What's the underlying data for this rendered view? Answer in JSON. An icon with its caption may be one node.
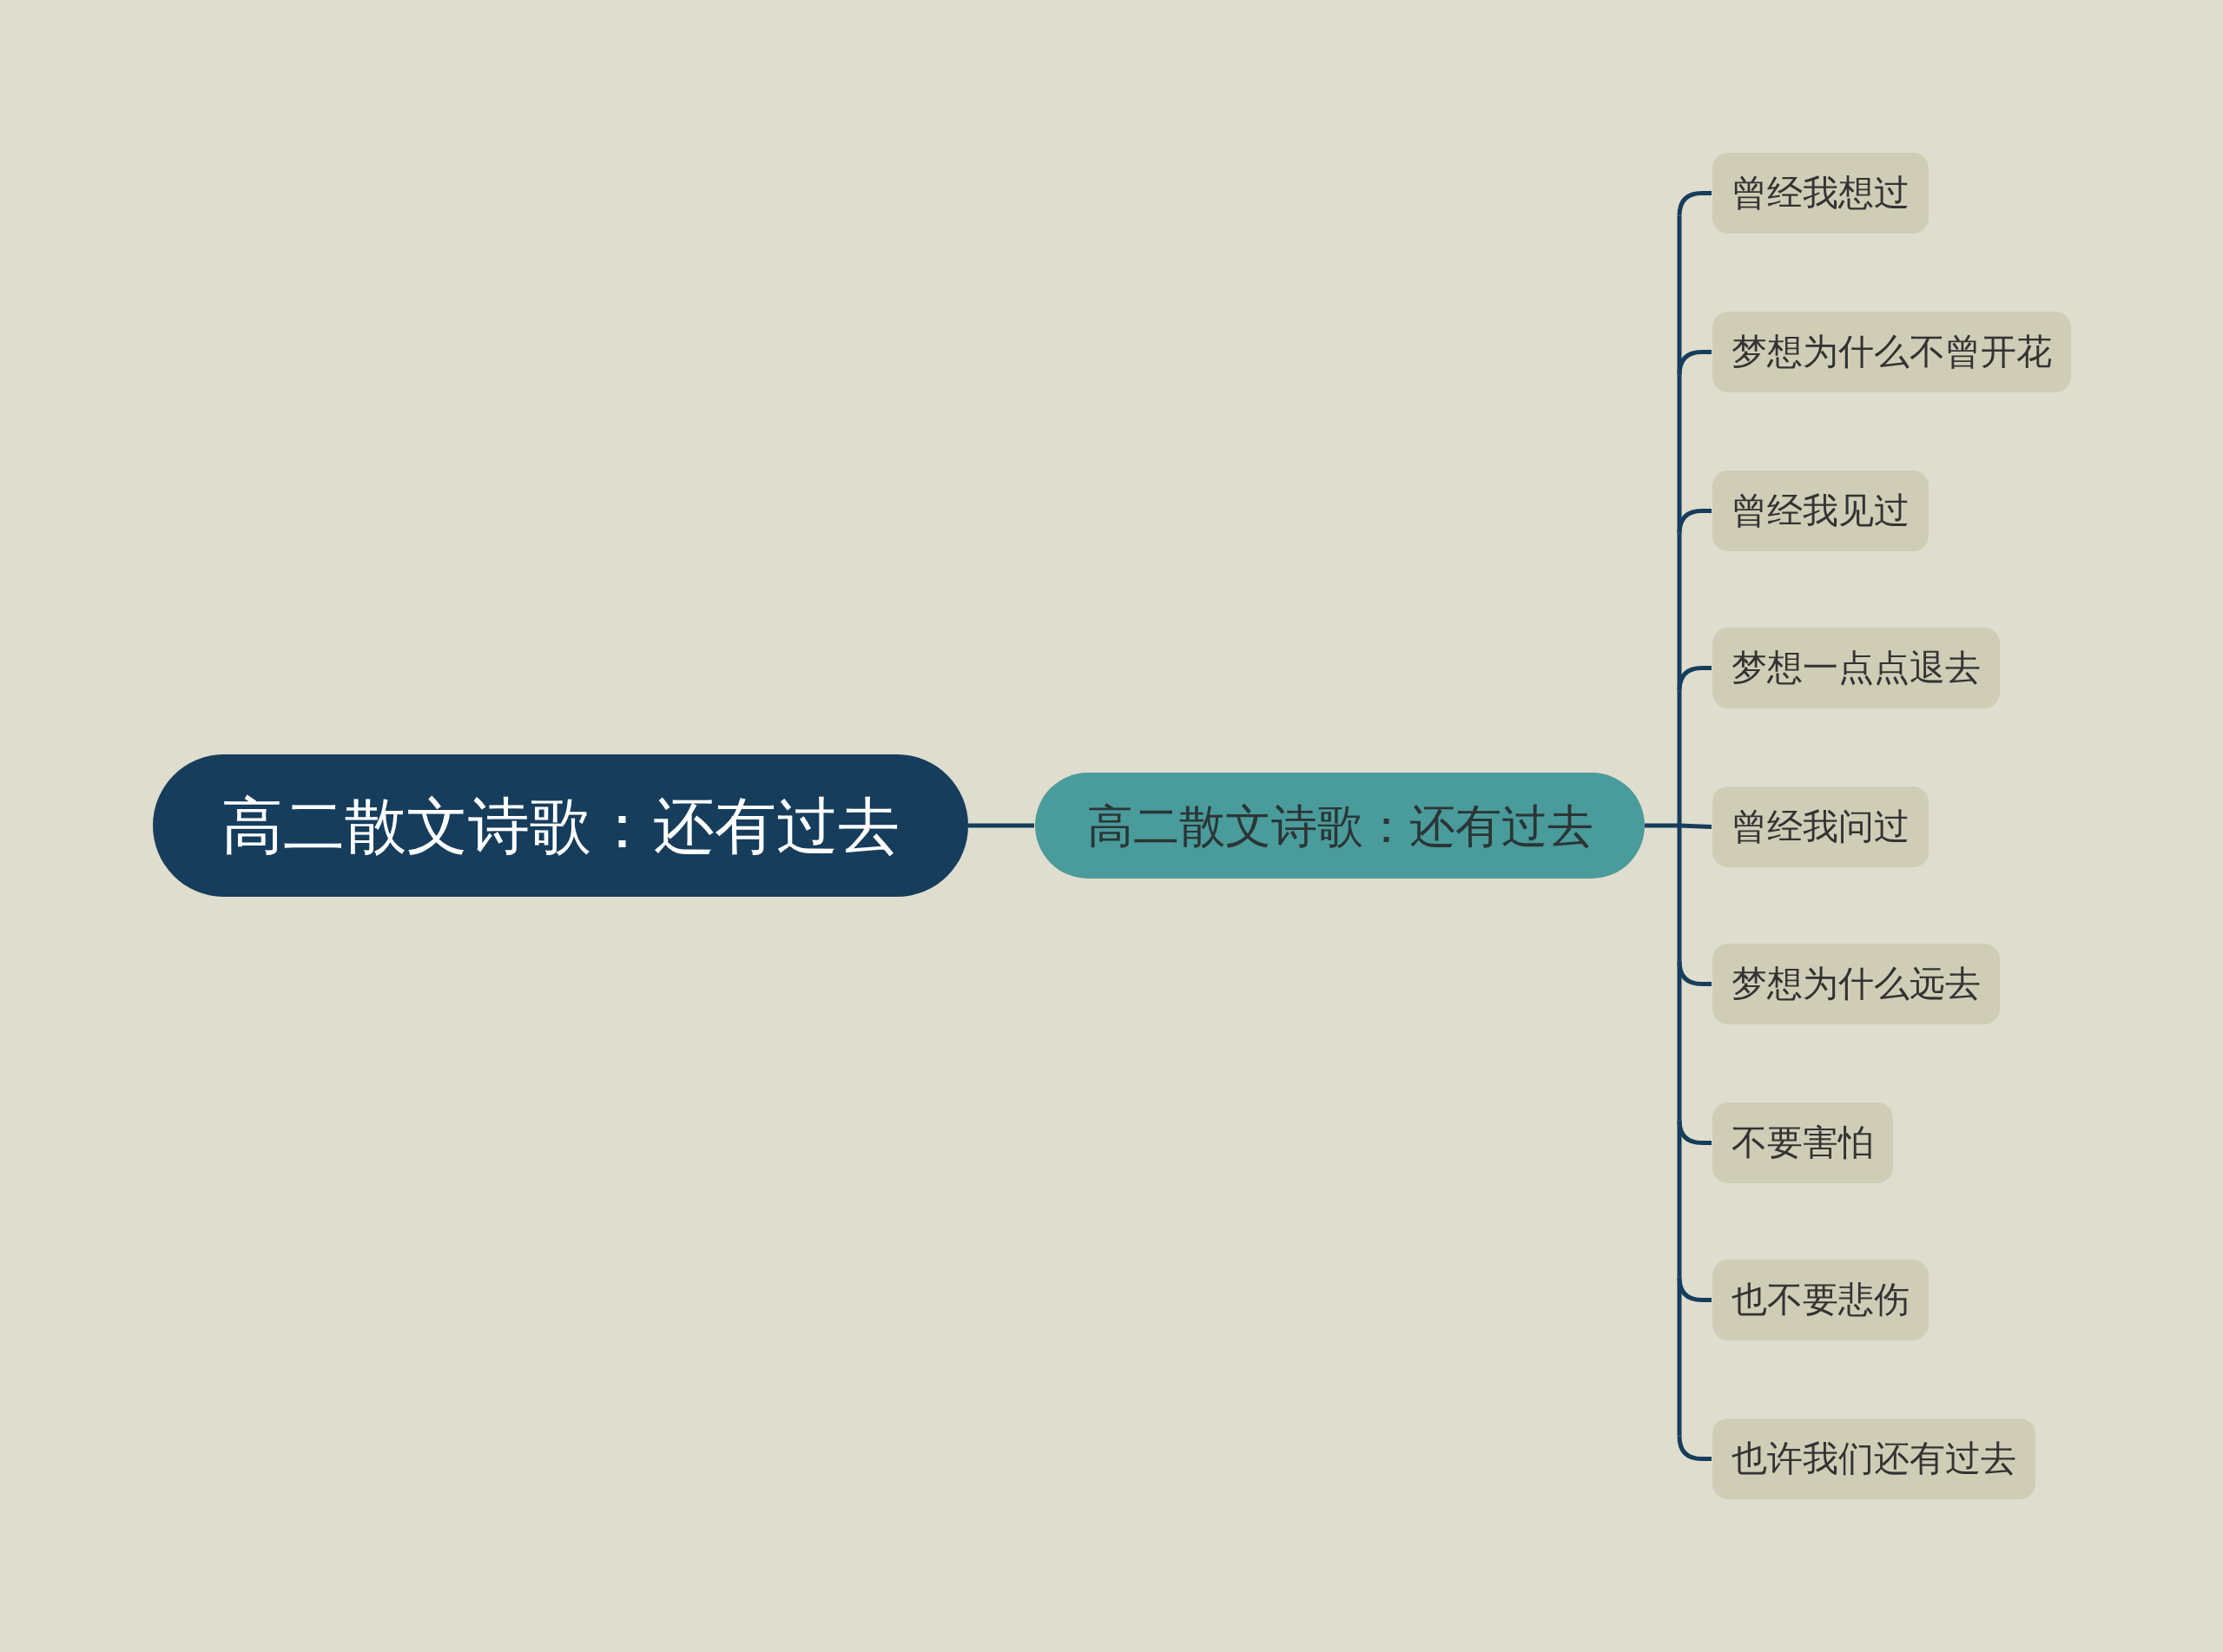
{
  "diagram": {
    "nodes": [
      {
        "text": [
          "高二散文诗歌：还有过去"
        ]
      },
      {
        "text": [
          "高二散文诗歌：还有过去"
        ]
      },
      {
        "text": [
          "曾经我想过"
        ]
      },
      {
        "text": [
          "梦想为什么不曾开花"
        ]
      },
      {
        "text": [
          "曾经我见过"
        ]
      },
      {
        "text": [
          "梦想一点点退去"
        ]
      },
      {
        "text": [
          "曾经我问过"
        ]
      },
      {
        "text": [
          "梦想为什么远去"
        ]
      },
      {
        "text": [
          "不要害怕"
        ]
      },
      {
        "text": [
          "也不要悲伤"
        ]
      },
      {
        "text": [
          "也许我们还有过去"
        ]
      }
    ],
    "edges": [
      {
        "from": 0,
        "to": 1,
        "arrow": "none"
      },
      {
        "from": 1,
        "to": 2,
        "arrow": "none"
      },
      {
        "from": 1,
        "to": 3,
        "arrow": "none"
      },
      {
        "from": 1,
        "to": 4,
        "arrow": "none"
      },
      {
        "from": 1,
        "to": 5,
        "arrow": "none"
      },
      {
        "from": 1,
        "to": 6,
        "arrow": "none"
      },
      {
        "from": 1,
        "to": 7,
        "arrow": "none"
      },
      {
        "from": 1,
        "to": 8,
        "arrow": "none"
      },
      {
        "from": 1,
        "to": 9,
        "arrow": "none"
      },
      {
        "from": 1,
        "to": 10,
        "arrow": "none"
      }
    ]
  }
}
